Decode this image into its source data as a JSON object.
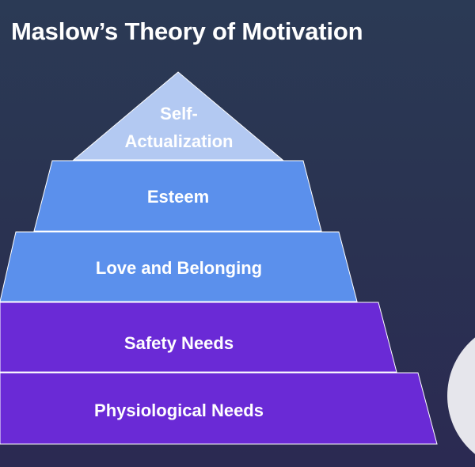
{
  "title": "Maslow’s Theory of Motivation",
  "tiers": [
    {
      "lines": [
        "Self-",
        "Actualization"
      ],
      "color": "#b3c9f2"
    },
    {
      "lines": [
        "Esteem"
      ],
      "color": "#5b90ec"
    },
    {
      "lines": [
        "Love and Belonging"
      ],
      "color": "#5b90ec"
    },
    {
      "lines": [
        "Safety Needs"
      ],
      "color": "#6a2ad6"
    },
    {
      "lines": [
        "Physiological Needs"
      ],
      "color": "#6a2ad6"
    }
  ],
  "colors": {
    "background": "#2a3351",
    "text": "#ffffff",
    "tier_edge": "#ffffff",
    "decorative_circle": "#e6e6ec"
  }
}
